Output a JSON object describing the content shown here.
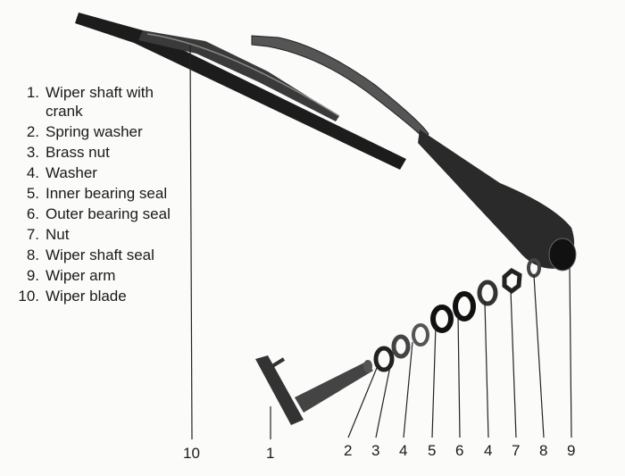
{
  "legend": [
    {
      "num": "1.",
      "text": "Wiper shaft with crank"
    },
    {
      "num": "2.",
      "text": "Spring washer"
    },
    {
      "num": "3.",
      "text": "Brass nut"
    },
    {
      "num": "4.",
      "text": "Washer"
    },
    {
      "num": "5.",
      "text": "Inner bearing seal"
    },
    {
      "num": "6.",
      "text": "Outer bearing seal"
    },
    {
      "num": "7.",
      "text": "Nut"
    },
    {
      "num": "8.",
      "text": "Wiper shaft seal"
    },
    {
      "num": "9.",
      "text": "Wiper arm"
    },
    {
      "num": "10.",
      "text": "Wiper blade"
    }
  ],
  "callouts": [
    "10",
    "1",
    "2",
    "3",
    "4",
    "5",
    "6",
    "4",
    "7",
    "8",
    "9"
  ]
}
